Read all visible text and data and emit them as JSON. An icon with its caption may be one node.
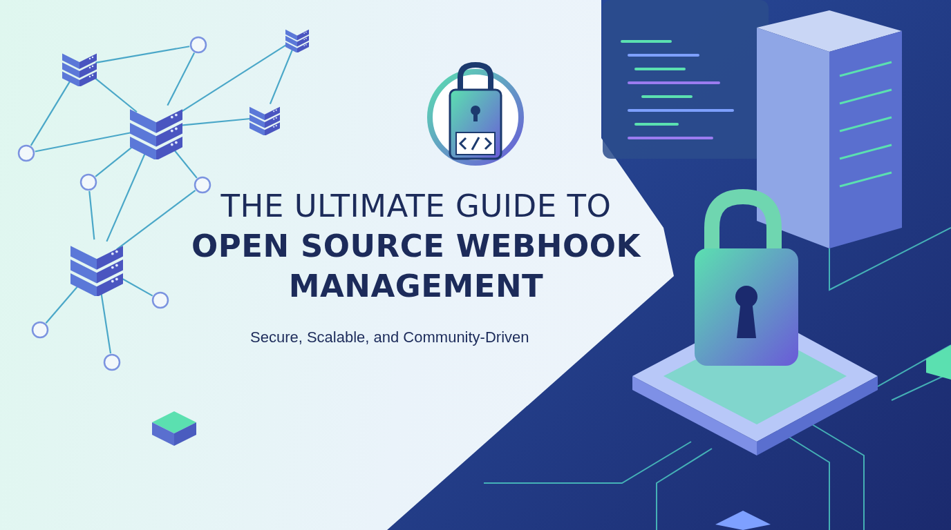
{
  "diagram": {
    "title": "THE ULTIMATE GUIDE TO **OPEN SOURCE WEBHOOK MANAGEMENT**",
    "nodes": [
      {
        "text": [],
        "shape": "server"
      },
      {
        "text": [],
        "shape": "circle"
      },
      {
        "text": [],
        "shape": "server"
      },
      {
        "text": [],
        "shape": "server"
      },
      {
        "text": [],
        "shape": "server"
      },
      {
        "text": [],
        "shape": "circle"
      },
      {
        "text": [],
        "shape": "circle"
      },
      {
        "text": [],
        "shape": "circle"
      },
      {
        "text": [],
        "shape": "server"
      },
      {
        "text": [],
        "shape": "circle"
      },
      {
        "text": [],
        "shape": "circle"
      },
      {
        "text": [],
        "shape": "circle"
      }
    ],
    "edges": [
      {
        "from": 2,
        "to": 1,
        "arrow": "none"
      },
      {
        "from": 2,
        "to": 4,
        "arrow": "none"
      },
      {
        "from": 2,
        "to": 5,
        "arrow": "none"
      },
      {
        "from": 1,
        "to": 4,
        "arrow": "none"
      },
      {
        "from": 4,
        "to": 0,
        "arrow": "none"
      },
      {
        "from": 0,
        "to": 3,
        "arrow": "none"
      },
      {
        "from": 4,
        "to": 3,
        "arrow": "none"
      },
      {
        "from": 5,
        "to": 4,
        "arrow": "none"
      },
      {
        "from": 4,
        "to": 6,
        "arrow": "none"
      },
      {
        "from": 4,
        "to": 8,
        "arrow": "none"
      },
      {
        "from": 4,
        "to": 7,
        "arrow": "none"
      },
      {
        "from": 6,
        "to": 8,
        "arrow": "none"
      },
      {
        "from": 7,
        "to": 8,
        "arrow": "none"
      },
      {
        "from": 8,
        "to": 9,
        "arrow": "none"
      },
      {
        "from": 8,
        "to": 10,
        "arrow": "none"
      },
      {
        "from": 8,
        "to": 11,
        "arrow": "none"
      }
    ],
    "labels": [
      "Secure, Scalable, and Community-Driven"
    ]
  }
}
